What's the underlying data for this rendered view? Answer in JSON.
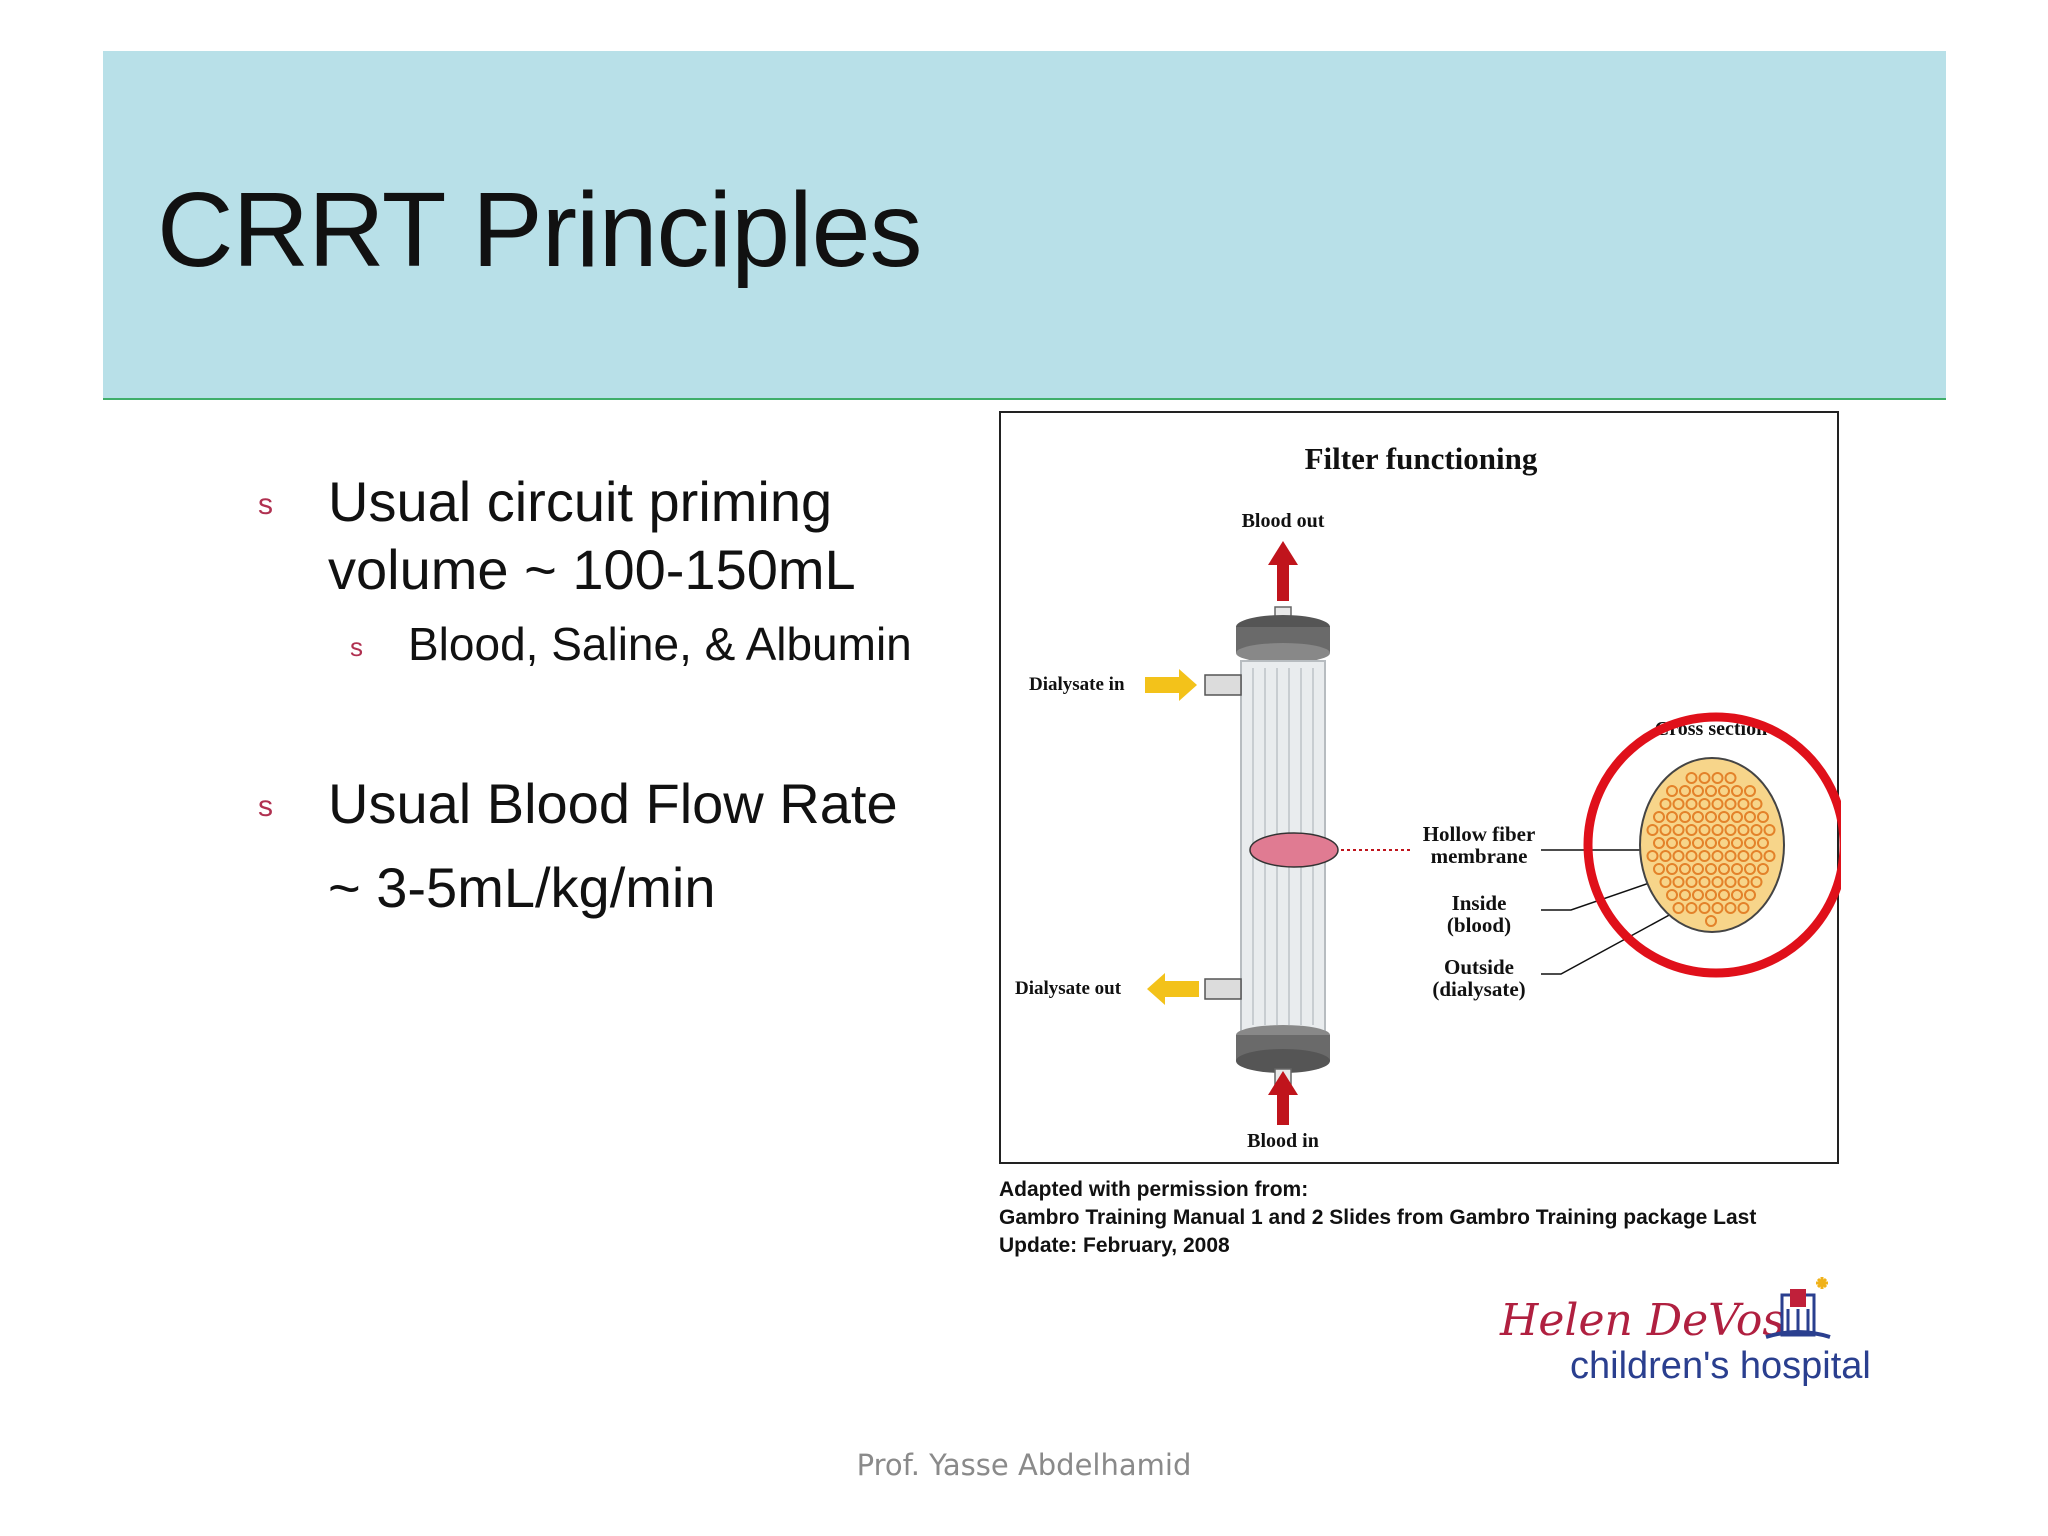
{
  "slide": {
    "title": "CRRT Principles",
    "bullets": [
      {
        "marker": "s",
        "lines": [
          "Usual circuit priming",
          "volume ~ 100-150mL"
        ],
        "sub": [
          {
            "marker": "s",
            "text": "Blood, Saline, & Albumin"
          }
        ]
      },
      {
        "marker": "s",
        "lines": [
          "Usual Blood Flow Rate",
          "~ 3-5mL/kg/min"
        ]
      }
    ],
    "figure": {
      "title": "Filter functioning",
      "labels": {
        "blood_out": "Blood out",
        "blood_in": "Blood in",
        "dialysate_in": "Dialysate in",
        "dialysate_out": "Dialysate out",
        "cross_section": "Cross section",
        "hollow_fiber_1": "Hollow fiber",
        "hollow_fiber_2": "membrane",
        "inside_1": "Inside",
        "inside_2": "(blood)",
        "outside_1": "Outside",
        "outside_2": "(dialysate)"
      },
      "colors": {
        "arrow_blood": "#c0141c",
        "arrow_dialysate": "#f3c21a",
        "highlight_circle": "#e0101a",
        "cross_section_fill": "#f7d58a",
        "fiber_ring": "#e3822a",
        "membrane_band": "#e07b92"
      }
    },
    "caption": [
      "Adapted with permission from:",
      "Gambro Training Manual 1 and 2 Slides from Gambro Training package Last",
      "Update: February, 2008"
    ],
    "logo": {
      "script_text": "Helen DeVos",
      "sub_text": "children's hospital",
      "icon": "hospital-building-icon"
    },
    "footer": "Prof. Yasse Abdelhamid"
  },
  "theme": {
    "header_band": "#b8e0e8",
    "header_rule": "#3fae6a",
    "bullet_marker": "#b03050"
  }
}
